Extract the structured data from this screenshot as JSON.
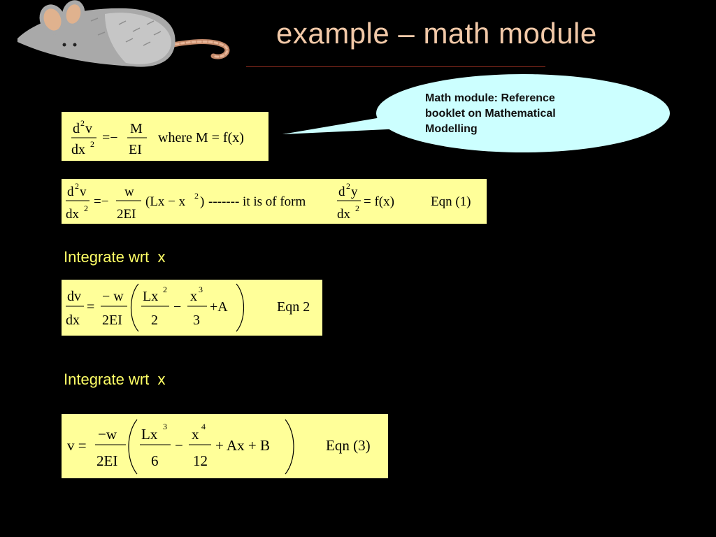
{
  "slide": {
    "title": "example – math module"
  },
  "callout": {
    "text": "Math module: Reference booklet on Mathematical Modelling",
    "line1": "Math module: Reference",
    "line2": "booklet on Mathematical",
    "line3": "Modelling",
    "fill_color": "#ccffff"
  },
  "captions": {
    "integrate_1": "Integrate wrt  x",
    "integrate_2": "Integrate wrt  x"
  },
  "equations": {
    "eq0": {
      "d2": "d",
      "sq": "2",
      "v": "v",
      "dx": "dx",
      "minus": "=−",
      "M": "M",
      "EI": "EI",
      "where": "where M = f(x)"
    },
    "eq1": {
      "d": "d",
      "sq": "2",
      "v": "v",
      "dx": "dx",
      "eqminus": "=−",
      "w": "w",
      "twoEI": "2EI",
      "paren": "(Lx − x",
      "close": ")",
      "dashes": "------- it is of  form",
      "y": "y",
      "eqf": "= f(x)",
      "label": "Eqn  (1)"
    },
    "eq2": {
      "dv": "dv",
      "dx": "dx",
      "eq": "=",
      "negw": "− w",
      "twoEI": "2EI",
      "Lx": "Lx",
      "sq": "2",
      "two": "2",
      "minus": "−",
      "x": "x",
      "cube": "3",
      "three": "3",
      "plusA": "+A",
      "label": "Eqn 2"
    },
    "eq3": {
      "v_eq": "v =",
      "negw": "−w",
      "twoEI": "2EI",
      "Lx": "Lx",
      "cube": "3",
      "six": "6",
      "minus": "−",
      "x": "x",
      "four": "4",
      "twelve": "12",
      "rest": "+ Ax + B",
      "label": "Eqn (3)"
    }
  },
  "colors": {
    "background": "#000000",
    "title": "#f2c9a8",
    "equation_box": "#ffff99",
    "caption": "#ffff66",
    "title_rule": "#8a2a1e"
  },
  "icons": {
    "logo": "mouse-icon"
  }
}
